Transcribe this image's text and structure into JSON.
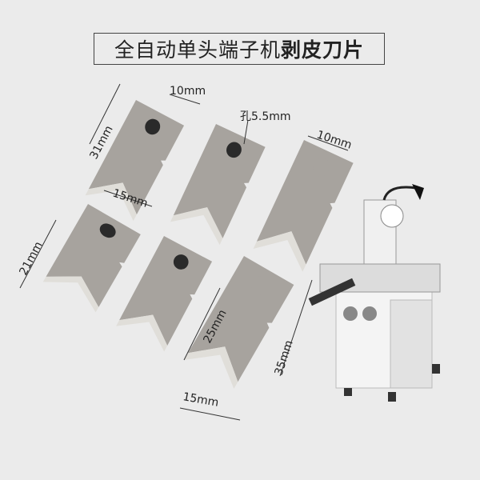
{
  "title": {
    "normal": "全自动单头端子机",
    "bold": "剥皮刀片"
  },
  "dimensions": {
    "blade1_width": "10mm",
    "blade1_height": "31mm",
    "blade1_bottom": "15mm",
    "hole": "孔5.5mm",
    "blade3_width": "10mm",
    "blade4_height": "21mm",
    "blade6_inner": "25mm",
    "blade6_height": "35mm",
    "blade6_bottom": "15mm"
  },
  "colors": {
    "background": "#ebebeb",
    "blade": "#a9a6a1",
    "blade_edge": "#dcdad6"
  }
}
